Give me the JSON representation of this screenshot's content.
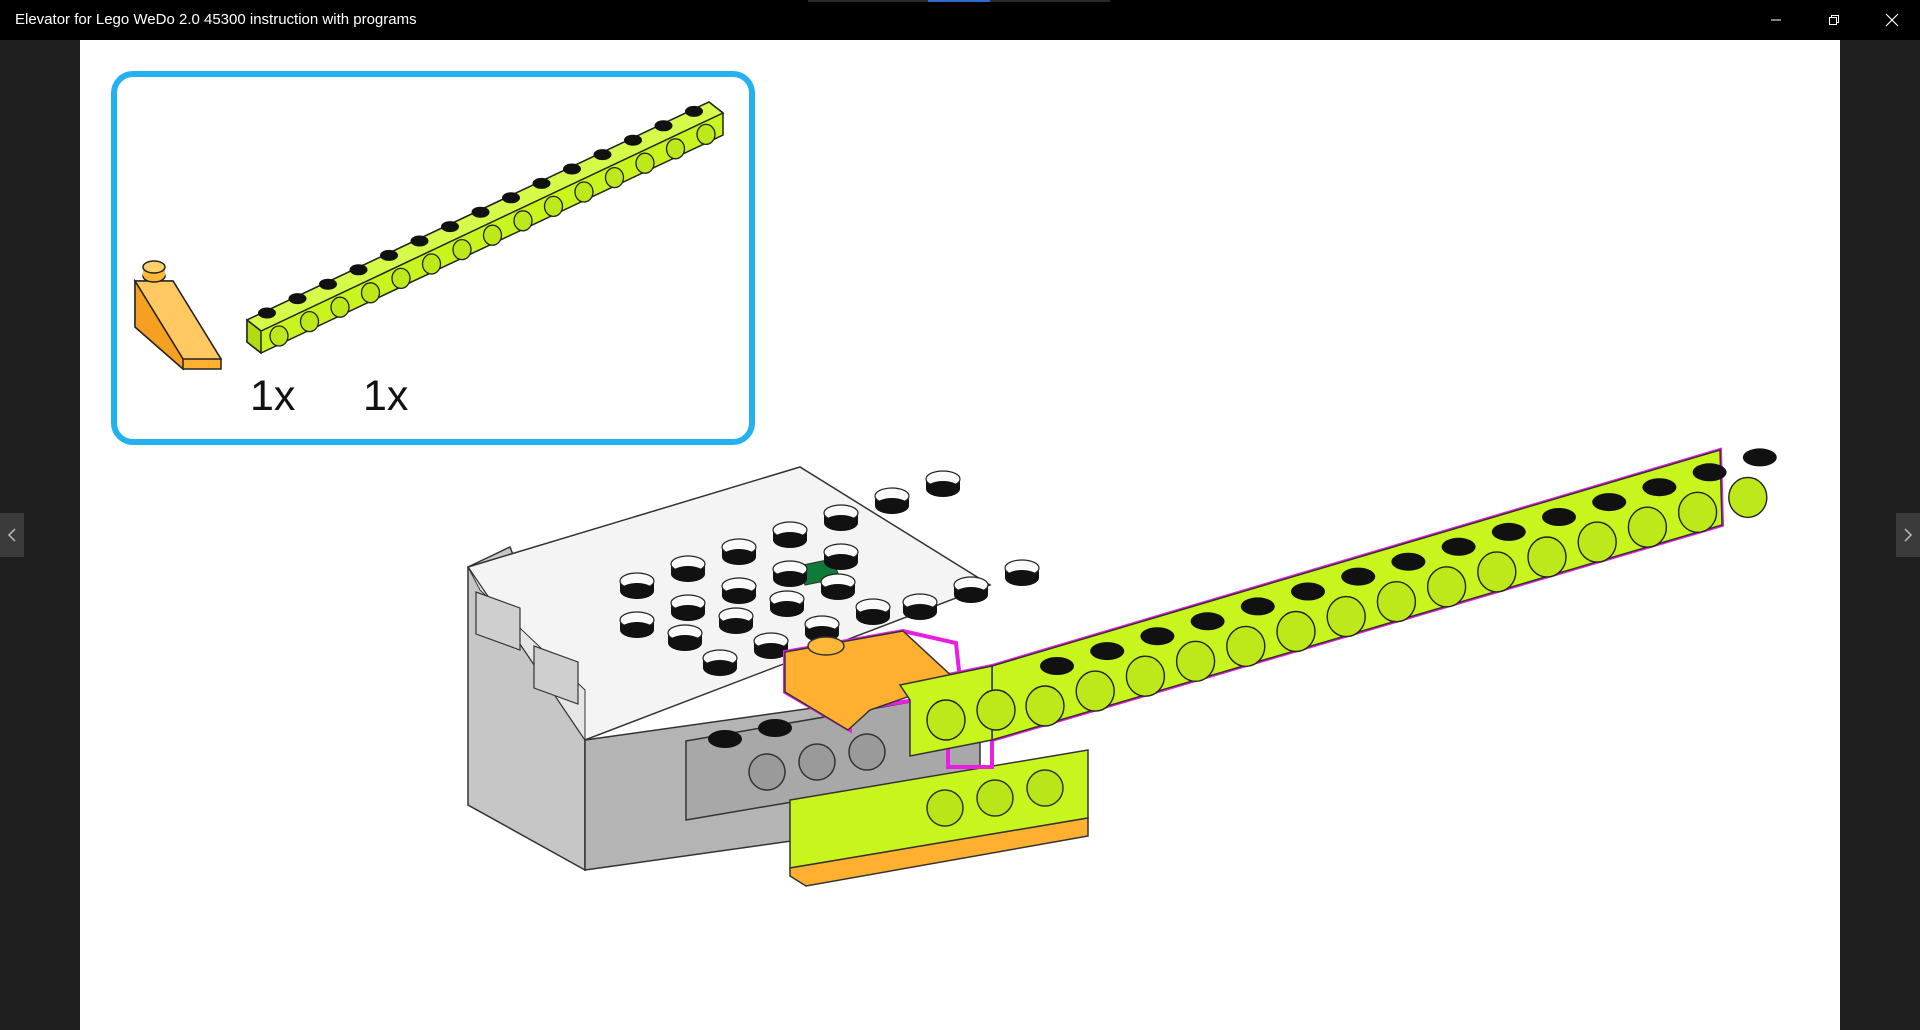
{
  "window": {
    "title": "Elevator for Lego WeDo 2.0 45300 instruction with programs",
    "controls": {
      "minimize": "minimize-icon",
      "maximize": "restore-icon",
      "close": "close-icon"
    }
  },
  "navigation": {
    "prev_icon": "chevron-left-icon",
    "next_icon": "chevron-right-icon"
  },
  "parts_list": {
    "border_color": "#25b1ef",
    "items": [
      {
        "part": "orange slope brick",
        "quantity": "1x",
        "color": "#ffb84a"
      },
      {
        "part": "lime technic beam",
        "quantity": "1x",
        "color": "#c8f51e"
      }
    ]
  },
  "model": {
    "highlight_color": "#e81ee0",
    "hub_color": "#f2f2f2",
    "hub_side_color": "#c5c5c5",
    "hub_led_color": "#0f7a3a"
  }
}
